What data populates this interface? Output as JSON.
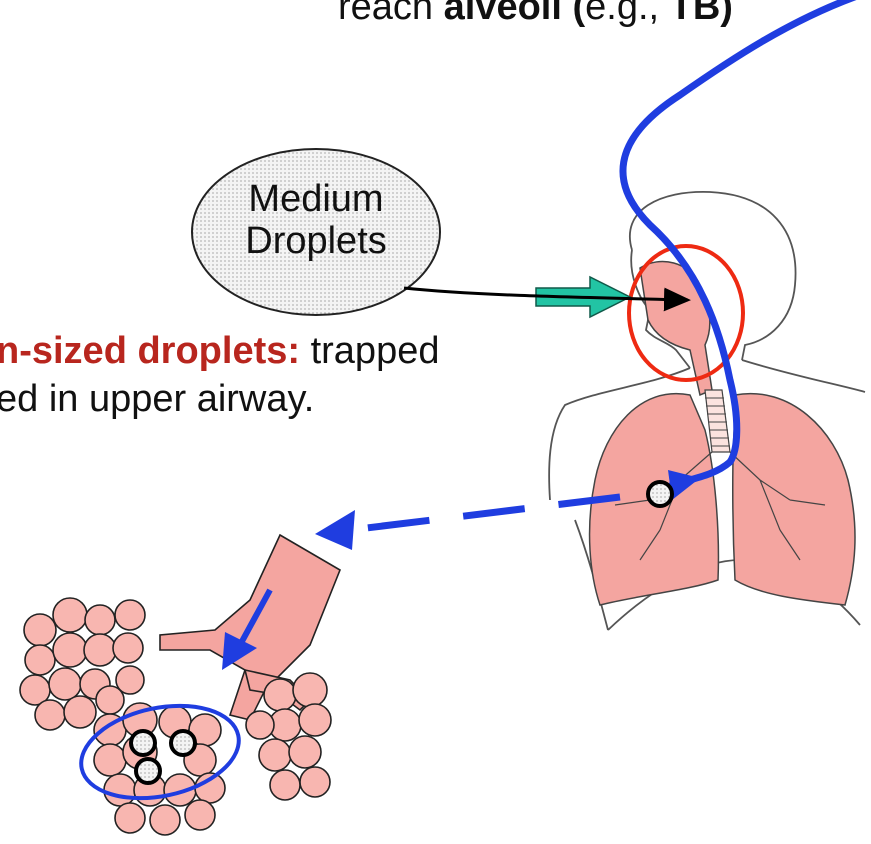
{
  "top_caption": {
    "prefix": "reach ",
    "bold1": "alveoli (",
    "mid": "e.g., ",
    "bold2": "TB)"
  },
  "bubble": {
    "line1": "Medium",
    "line2": "Droplets"
  },
  "caption": {
    "highlight": "n-sized droplets:",
    "rest": " trapped",
    "line2": "ed in upper airway."
  },
  "colors": {
    "path_blue": "#1f3de0",
    "highlight_red": "#b8261e",
    "circle_red": "#ee2a12",
    "lung_pink": "#f4a5a0",
    "arrow_green": "#22c4a4"
  }
}
